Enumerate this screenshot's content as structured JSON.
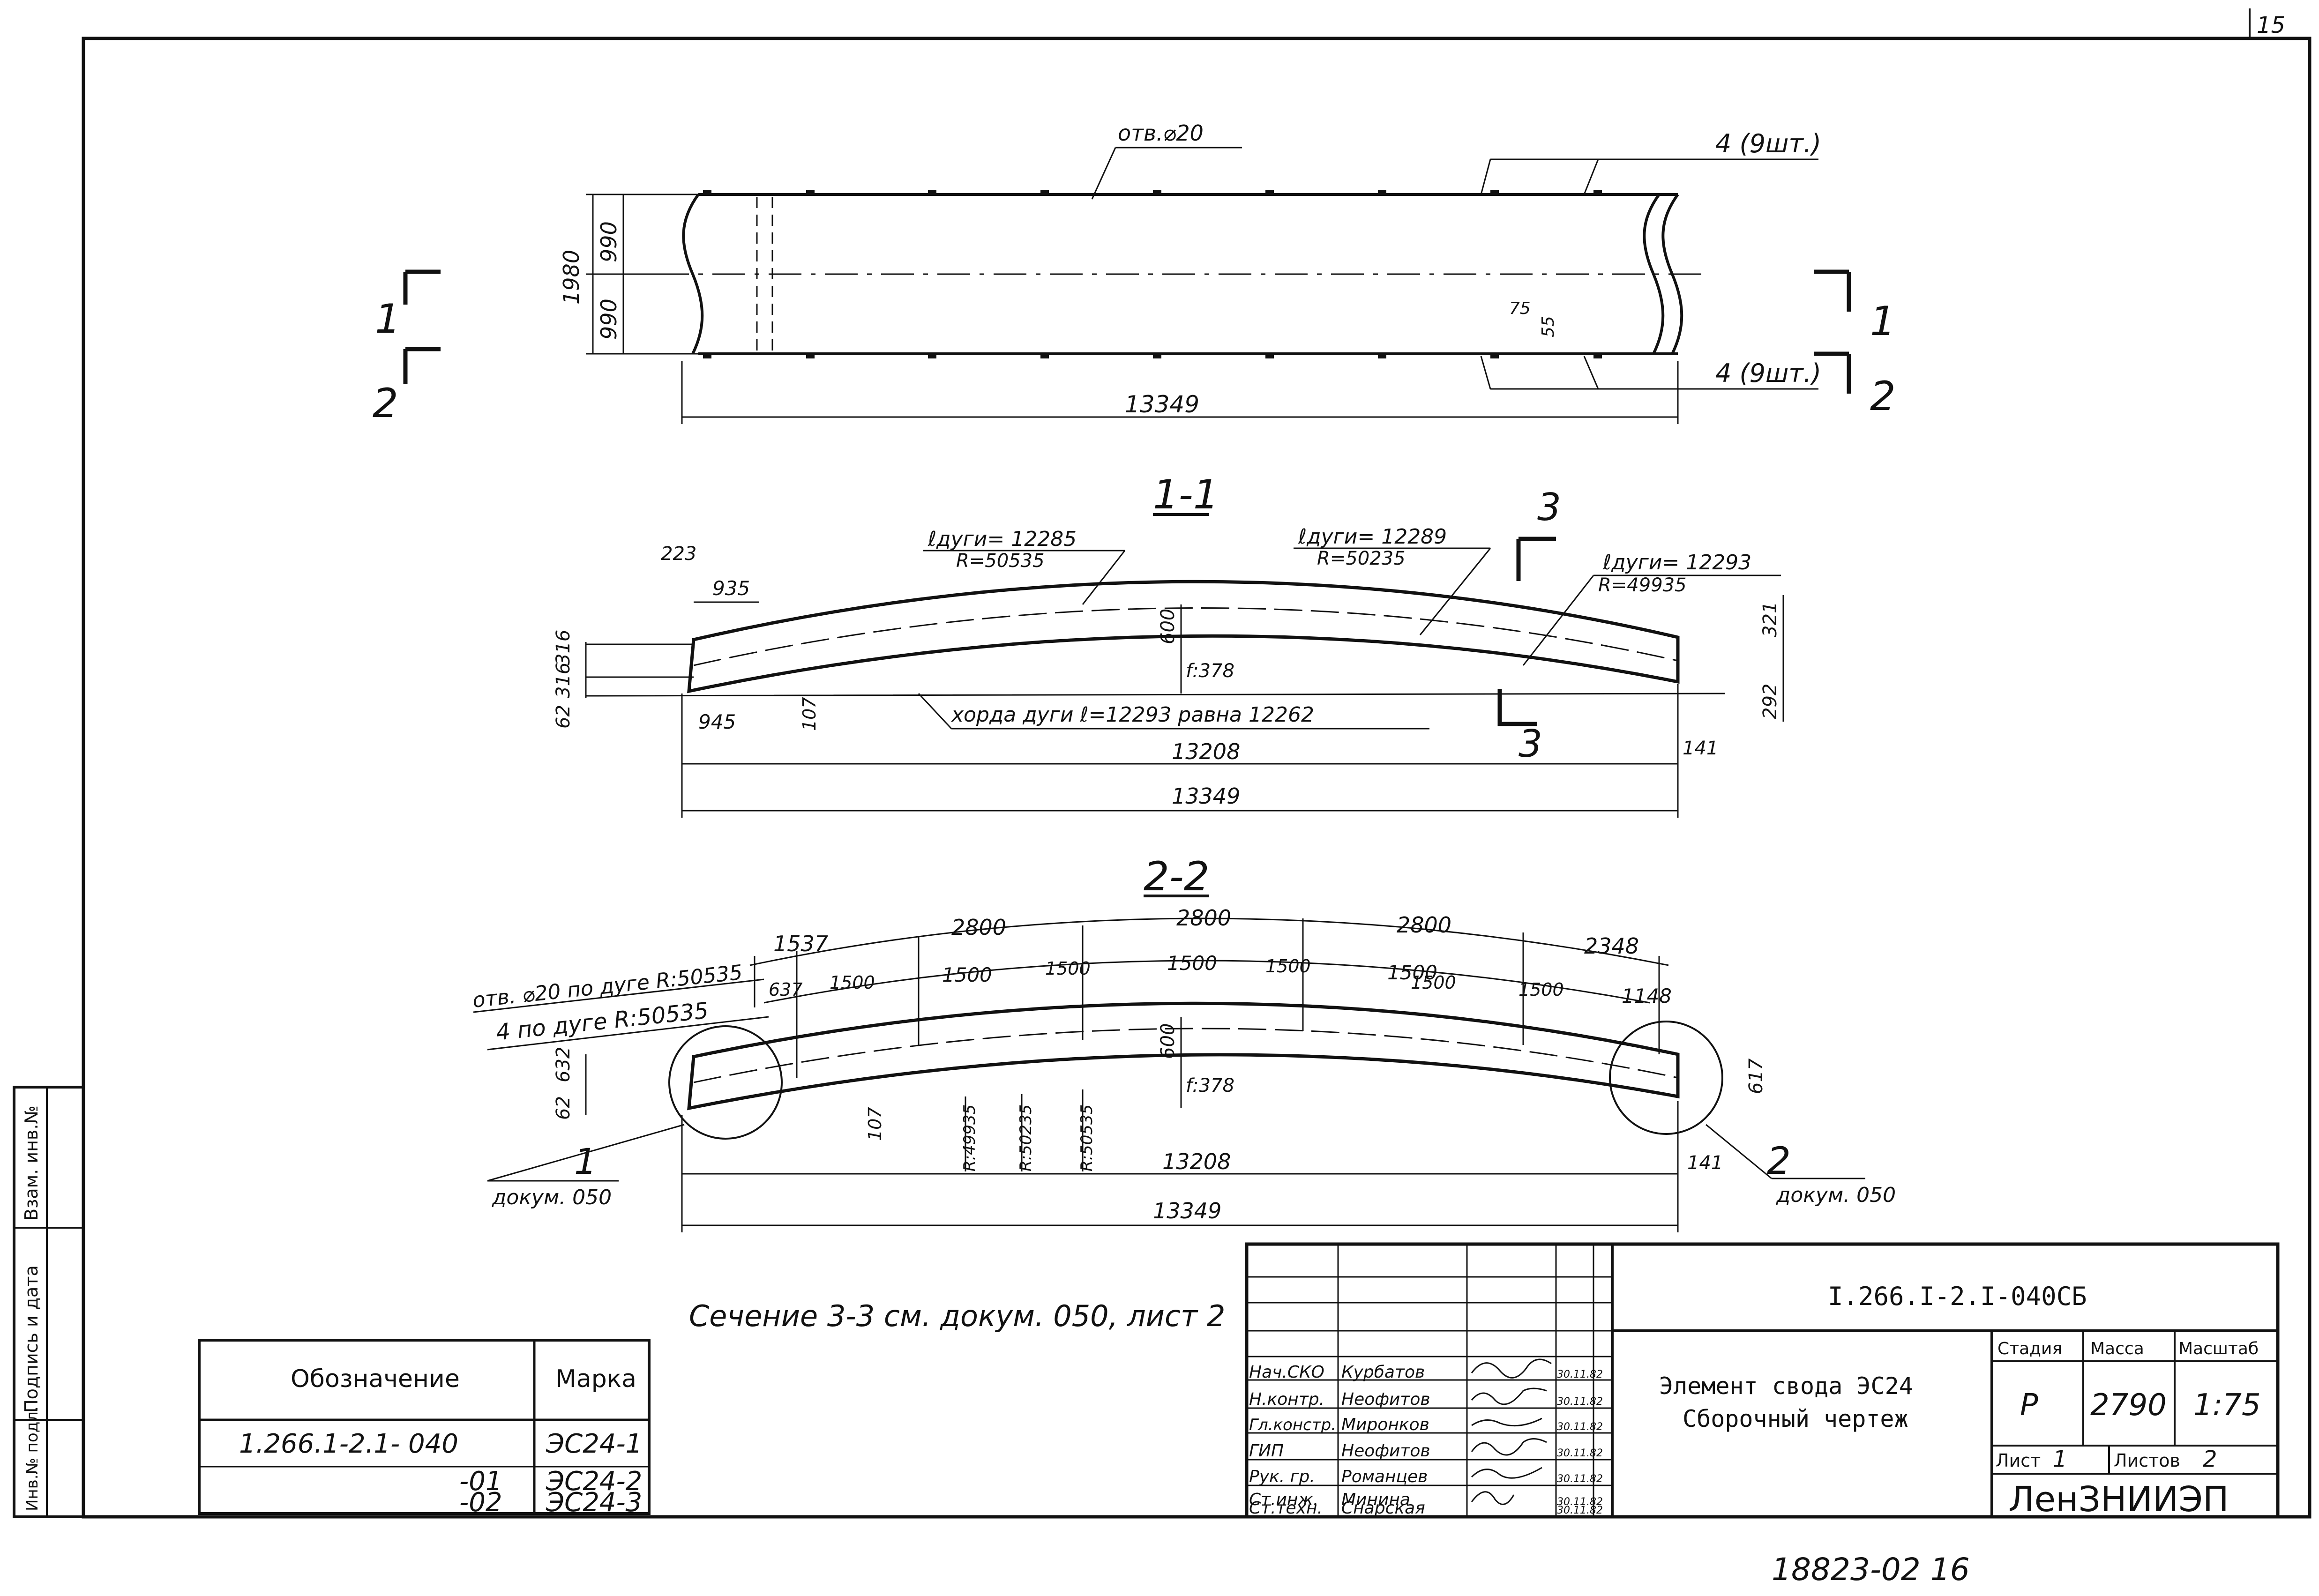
{
  "page_number": "15",
  "plan": {
    "hole_label": "отв.⌀20",
    "top_callout": "4  (9шт.)",
    "bottom_callout": "4  (9шт.)",
    "dim_height": "1980",
    "dim_half_top": "990",
    "dim_half_bottom": "990",
    "dim_length": "13349",
    "dim_75": "75",
    "dim_55": "55",
    "cut_1_left": "1",
    "cut_2_left": "2",
    "cut_1_right": "1",
    "cut_2_right": "2"
  },
  "section_1_1": {
    "title": "1-1",
    "arc_1": "ℓдуги= 12285",
    "r_1": "R=50535",
    "arc_2": "ℓдуги= 12289",
    "r_2": "R=50235",
    "arc_3": "ℓдуги= 12293",
    "r_3": "R=49935",
    "cut_3_top": "3",
    "cut_3_bottom": "3",
    "dim_223": "223",
    "dim_935": "935",
    "dim_945": "945",
    "dim_316a": "316",
    "dim_316b": "316",
    "dim_62": "62",
    "dim_600": "600",
    "dim_f": "f:378",
    "dim_107": "107",
    "dim_321": "321",
    "dim_292": "292",
    "chord_note": "хорда  дуги  ℓ=12293  равна 12262",
    "dim_13208": "13208",
    "dim_141": "141",
    "dim_13349": "13349"
  },
  "section_2_2": {
    "title": "2-2",
    "holes_note": "отв. ⌀20 по дуге  R:50535",
    "pos4_note": "4   по дуге  R:50535",
    "top_segments": [
      "1537",
      "2800",
      "2800",
      "2800",
      "2348"
    ],
    "bottom_segments": [
      "637",
      "1500",
      "1500",
      "1500",
      "1500",
      "1500",
      "1500",
      "1500",
      "1500",
      "1148"
    ],
    "dim_632": "632",
    "dim_62": "62",
    "dim_600": "600",
    "dim_f": "f:378",
    "dim_617": "617",
    "dim_107": "107",
    "r_labels": [
      "R:49935",
      "R:50235",
      "R:50535"
    ],
    "dim_13208": "13208",
    "dim_141": "141",
    "dim_13349": "13349",
    "node_1": "1",
    "node_1_doc": "докум. 050",
    "node_2": "2",
    "node_2_doc": "докум. 050"
  },
  "section_note": "Сечение 3-3 см. докум. 050, лист 2",
  "marks_table": {
    "header_designation": "Обозначение",
    "header_mark": "Марка",
    "rows": [
      {
        "designation": "1.266.1-2.1- 040",
        "mark": "ЭС24-1"
      },
      {
        "designation": "-01",
        "mark": "ЭС24-2"
      },
      {
        "designation": "-02",
        "mark": "ЭС24-3"
      }
    ]
  },
  "side_stamp": {
    "inv_podl": "Инв.№ подл.",
    "signature_date": "Подпись и дата",
    "vzam_inv": "Взам. инв.№"
  },
  "title_block": {
    "doc_code": "I.266.I-2.I-040СБ",
    "title_line1": "Элемент  свода  ЭС24",
    "title_line2": "Сборочный  чертеж",
    "stage_header": "Стадия",
    "mass_header": "Масса",
    "scale_header": "Масштаб",
    "stage": "Р",
    "mass": "2790",
    "scale": "1:75",
    "sheet_label": "Лист",
    "sheet_value": "1",
    "sheets_label": "Листов",
    "sheets_value": "2",
    "org": "ЛенЗНИИЭП",
    "people": [
      {
        "role": "Нач.СКО",
        "name": "Курбатов",
        "date": "30.11.82"
      },
      {
        "role": "Н.контр.",
        "name": "Неофитов",
        "date": "30.11.82"
      },
      {
        "role": "Гл.констр.",
        "name": "Миронков",
        "date": "30.11.82"
      },
      {
        "role": "ГИП",
        "name": "Неофитов",
        "date": "30.11.82"
      },
      {
        "role": "Рук. гр.",
        "name": "Романцев",
        "date": "30.11.82"
      },
      {
        "role": "Ст.инж.",
        "name": "Минина",
        "date": "30.11.82"
      },
      {
        "role": "Ст.техн.",
        "name": "Снарская",
        "date": "30.11.82"
      }
    ]
  },
  "archive_number": "18823-02  16"
}
